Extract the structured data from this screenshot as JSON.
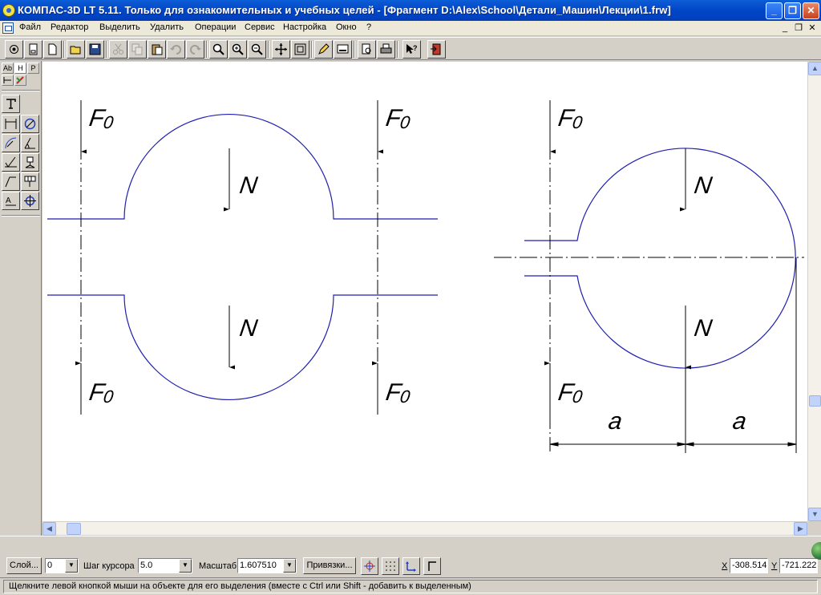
{
  "window": {
    "title": "КОМПАС-3D LT 5.11. Только для ознакомительных и учебных целей - [Фрагмент D:\\Alex\\School\\Детали_Машин\\Лекции\\1.frw]",
    "minimize": "_",
    "maximize": "❐",
    "close": "✕"
  },
  "menu": {
    "items": [
      "Файл",
      "Редактор",
      "Выделить",
      "Удалить",
      "Операции",
      "Сервис",
      "Настройка",
      "Окно",
      "?"
    ],
    "mdi_minimize": "_",
    "mdi_restore": "❐",
    "mdi_close": "✕"
  },
  "left_panel": {
    "tabs": [
      "Ab",
      "H",
      "P"
    ]
  },
  "drawing": {
    "labels": {
      "f0": "F",
      "f0_sub": "0",
      "n": "N",
      "a": "a"
    },
    "line_color": "#1f1fb0"
  },
  "propbar": {
    "layer_button": "Слой...",
    "layer_value": "0",
    "step_label": "Шаг курсора",
    "step_value": "5.0",
    "scale_label": "Масштаб",
    "scale_value": "1.607510",
    "snaps_button": "Привязки...",
    "x_label": "X",
    "x_value": "-308.514",
    "y_label": "Y",
    "y_value": "-721.222"
  },
  "status": {
    "message": "Щелкните левой кнопкой мыши на объекте для его выделения (вместе с Ctrl или Shift - добавить к выделенным)"
  }
}
